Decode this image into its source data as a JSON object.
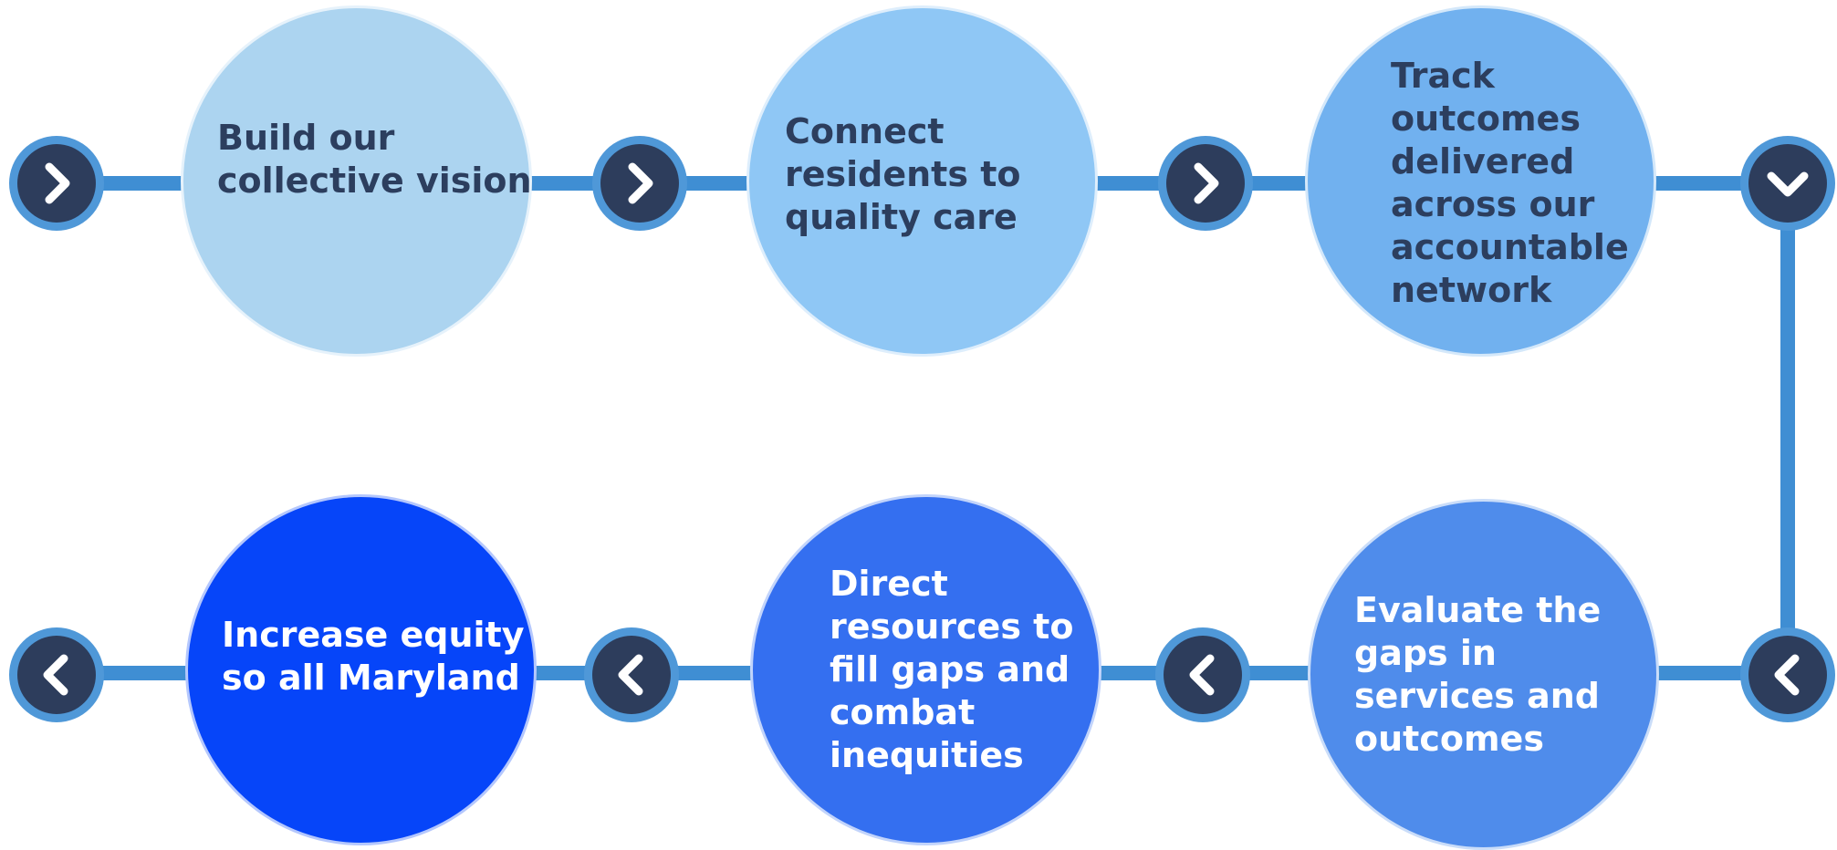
{
  "colors": {
    "connector": "#3f8ed3",
    "node_ring": "#4f98d8",
    "node_fill": "#2d3d5c",
    "arrow": "#ffffff",
    "step1": "#acd4f0",
    "step2": "#8fc7f5",
    "step3": "#71b1ef",
    "step4": "#4f8ceb",
    "step5": "#346ff0",
    "step6": "#0645f9",
    "dark_text": "#2c3e5e",
    "light_text": "#ffffff"
  },
  "steps": [
    {
      "lines": [
        "Build our",
        "collective vision"
      ]
    },
    {
      "lines": [
        "Connect",
        "residents to",
        "quality care"
      ]
    },
    {
      "lines": [
        "Track",
        "outcomes",
        "delivered",
        "across our",
        "accountable",
        "network"
      ]
    },
    {
      "lines": [
        "Evaluate the",
        "gaps in",
        "services and",
        "outcomes"
      ]
    },
    {
      "lines": [
        "Direct",
        "resources to",
        "fill gaps and",
        "combat",
        "inequities"
      ]
    },
    {
      "lines": [
        "Increase equity",
        "so all Maryland"
      ]
    }
  ],
  "arrows": [
    {
      "icon": "chevron-right-icon"
    },
    {
      "icon": "chevron-right-icon"
    },
    {
      "icon": "chevron-right-icon"
    },
    {
      "icon": "chevron-down-icon"
    },
    {
      "icon": "chevron-left-icon"
    },
    {
      "icon": "chevron-left-icon"
    },
    {
      "icon": "chevron-left-icon"
    },
    {
      "icon": "chevron-left-icon"
    }
  ]
}
